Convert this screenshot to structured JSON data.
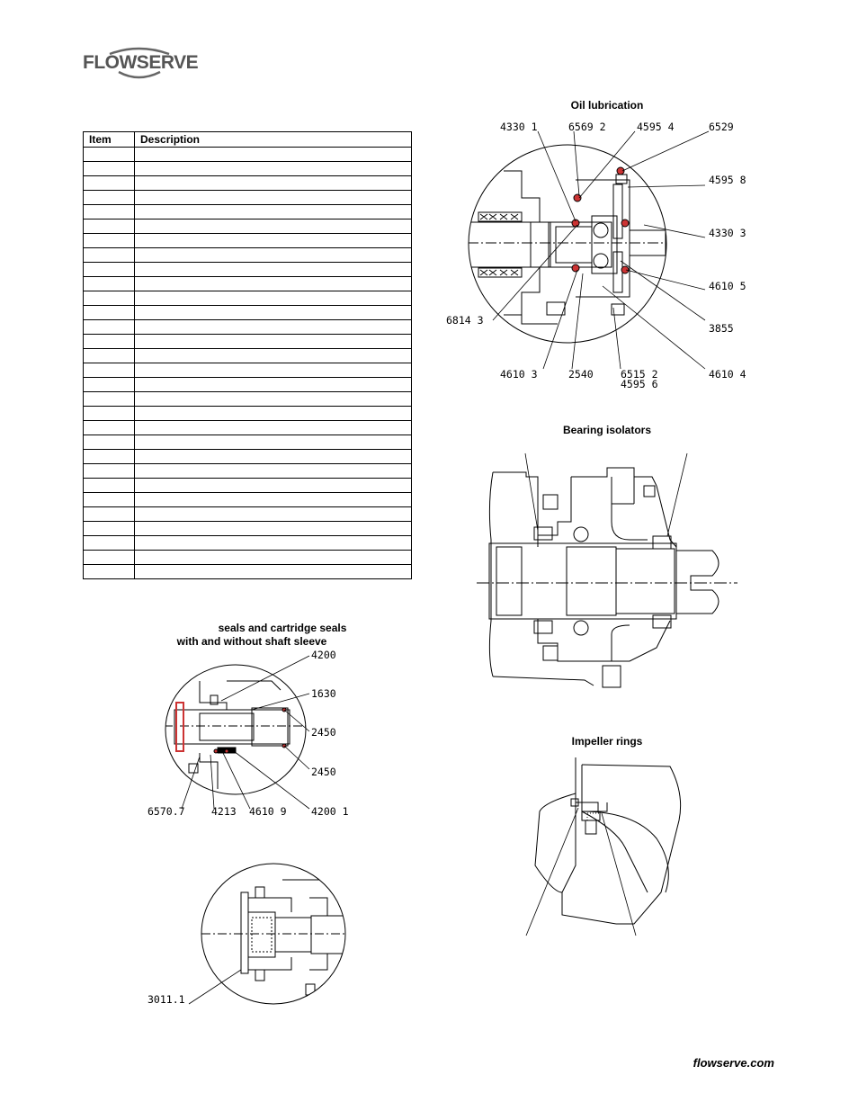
{
  "header": {
    "logo_text": "FLOWSERVE"
  },
  "parts_table": {
    "headers": [
      "Item",
      "Description"
    ],
    "row_count": 30
  },
  "captions": {
    "oil_lubrication": "Oil lubrication",
    "bearing_isolators": "Bearing isolators",
    "impeller_rings": "Impeller rings",
    "seals_line1": "seals and cartridge seals",
    "seals_line2": "with and without shaft sleeve"
  },
  "oil_labels": [
    "4330 1",
    "6569 2",
    "4595 4",
    "6529",
    "4595 8",
    "4330 3",
    "4610 5",
    "3855",
    "4610 4",
    "6814 3",
    "4610 3",
    "2540",
    "6515 2",
    "4595 6"
  ],
  "seal_labels": [
    "4200",
    "1630",
    "2450",
    "2450",
    "6570.7",
    "4213",
    "4610 9",
    "4200 1"
  ],
  "cartridge_labels": [
    "3011.1"
  ],
  "footer": {
    "site": "flowserve.com"
  }
}
